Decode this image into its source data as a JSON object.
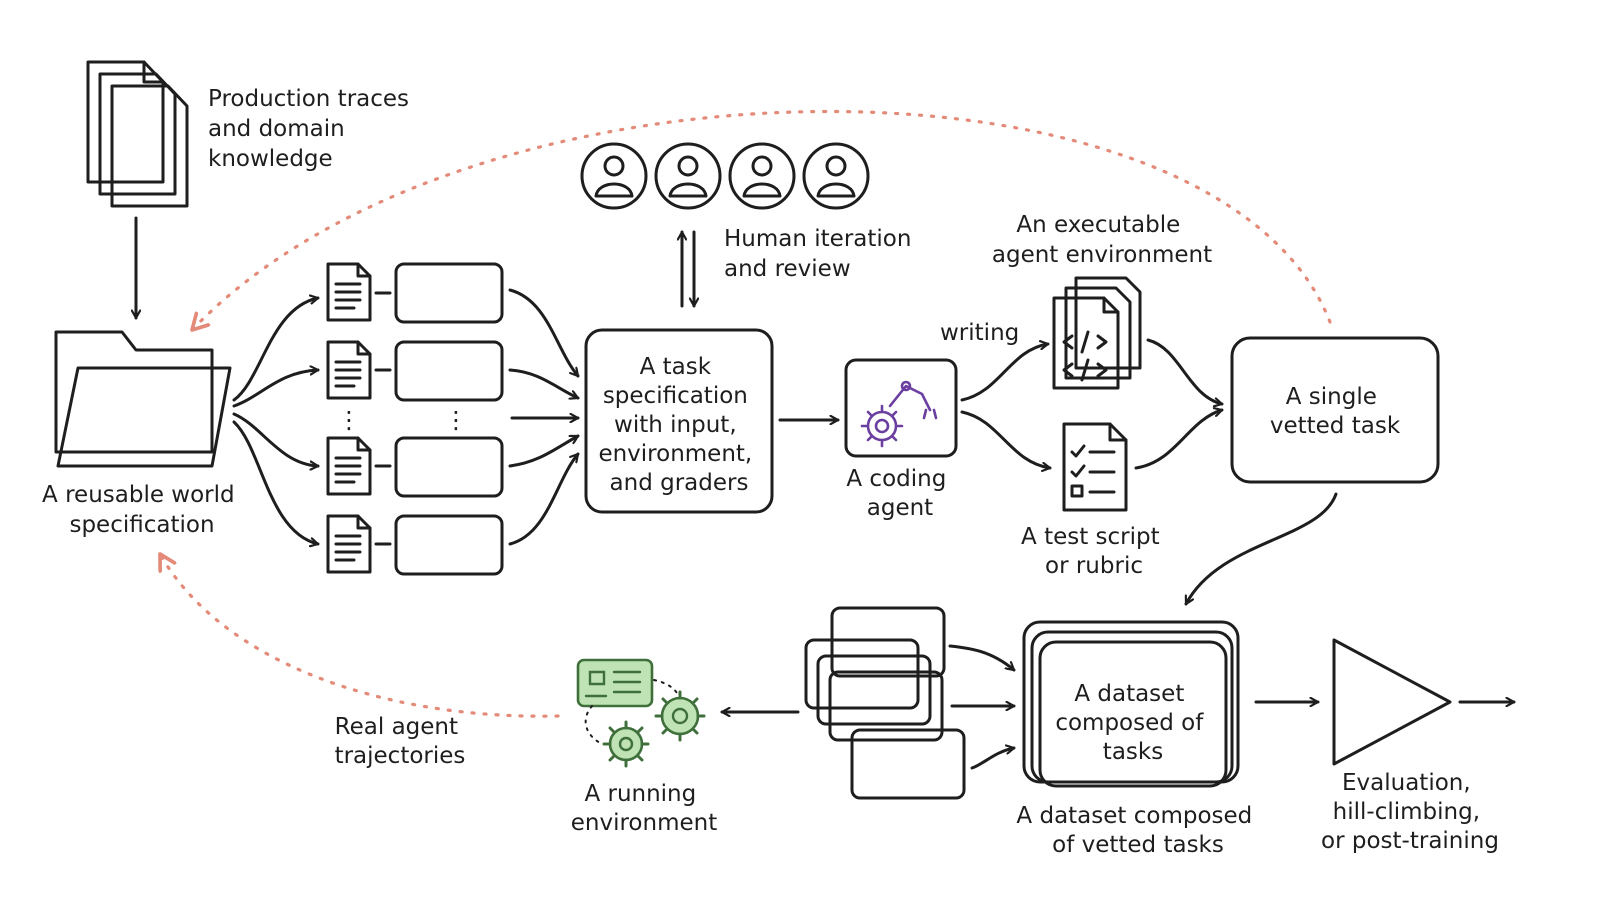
{
  "colors": {
    "yellow": "#fbe6a2",
    "blue": "#b3cdf3",
    "green": "#bfe3b4",
    "purple": "#dcc3f0",
    "gray": "#e3e3e6",
    "ink": "#1e1e1e",
    "feedback": "#e38a78"
  },
  "labels": {
    "production_traces": [
      "Production traces",
      "and domain",
      "knowledge"
    ],
    "world_spec": [
      "A reusable world",
      "specification"
    ],
    "human_review": [
      "Human iteration",
      "and review"
    ],
    "executable_env": [
      "An executable",
      "agent environment"
    ],
    "writing": "writing",
    "coding_agent": [
      "A coding",
      "agent"
    ],
    "test_script": [
      "A test script",
      "or rubric"
    ],
    "real_trajectories": [
      "Real agent",
      "trajectories"
    ],
    "running_env": [
      "A running",
      "environment"
    ],
    "dataset_caption": [
      "A dataset composed",
      "of vetted tasks"
    ],
    "evaluation": [
      "Evaluation,",
      "hill-climbing,",
      "or post-training"
    ]
  },
  "boxes": {
    "task_spec": [
      "A task",
      "specification",
      "with input,",
      "environment,",
      "and graders"
    ],
    "single_task": [
      "A single",
      "vetted task"
    ],
    "dataset": [
      "A dataset",
      "composed of",
      "tasks"
    ]
  },
  "ellipsis": "⋮",
  "icons": {
    "docs_stack": "document-stack-icon",
    "folder": "folder-icon",
    "doc": "document-icon",
    "person": "person-avatar-icon",
    "robot_arm": "robot-arm-gear-icon",
    "code_files": "code-files-icon",
    "checklist": "checklist-icon",
    "dashboard_gears": "dashboard-gears-icon",
    "play": "play-triangle-icon"
  }
}
